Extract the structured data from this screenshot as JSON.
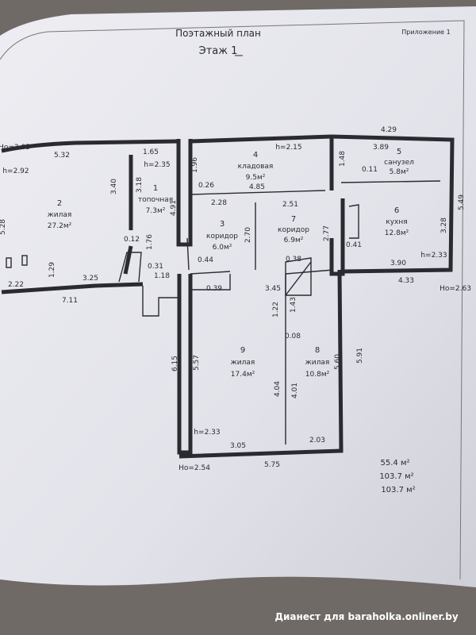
{
  "sheet": {
    "title": "Поэтажный план",
    "floor_label": "Этаж 1",
    "appendix": "Приложение 1"
  },
  "rooms": [
    {
      "num": "1",
      "name": "топочная",
      "area": "7.3м²"
    },
    {
      "num": "2",
      "name": "жилая",
      "area": "27.2м²"
    },
    {
      "num": "3",
      "name": "коридор",
      "area": "6.0м²"
    },
    {
      "num": "4",
      "name": "кладовая",
      "area": "9.5м²"
    },
    {
      "num": "5",
      "name": "санузел",
      "area": "5.8м²"
    },
    {
      "num": "6",
      "name": "кухня",
      "area": "12.8м²"
    },
    {
      "num": "7",
      "name": "коридор",
      "area": "6.9м²"
    },
    {
      "num": "8",
      "name": "жилая",
      "area": "10.8м²"
    },
    {
      "num": "9",
      "name": "жилая",
      "area": "17.4м²"
    }
  ],
  "dimensions": [
    "Ho=3.05",
    "5.32",
    "h=2.92",
    "1.65",
    "h=2.35",
    "h=2.15",
    "1.96",
    "0.26",
    "4.85",
    "2.28",
    "2.51",
    "1.48",
    "4.29",
    "3.89",
    "0.11",
    "5.49",
    "5.28",
    "3.40",
    "3.18",
    "4.91",
    "2.70",
    "2.77",
    "3.28",
    "0.41",
    "h=2.33",
    "3.90",
    "4.33",
    "Ho=2.63",
    "0.12",
    "1.76",
    "1.29",
    "0.31",
    "1.18",
    "0.44",
    "0.39",
    "0.38",
    "3.45",
    "2.22",
    "3.25",
    "7.11",
    "1.22",
    "1.43",
    "0.08",
    "6.15",
    "5.57",
    "4.04",
    "4.01",
    "5.60",
    "5.91",
    "h=2.33",
    "3.05",
    "2.03",
    "Ho=2.54",
    "5.75"
  ],
  "totals": [
    "55.4 м²",
    "103.7 м²",
    "103.7 м²"
  ],
  "watermark": "Дианест для baraholka.onliner.by"
}
